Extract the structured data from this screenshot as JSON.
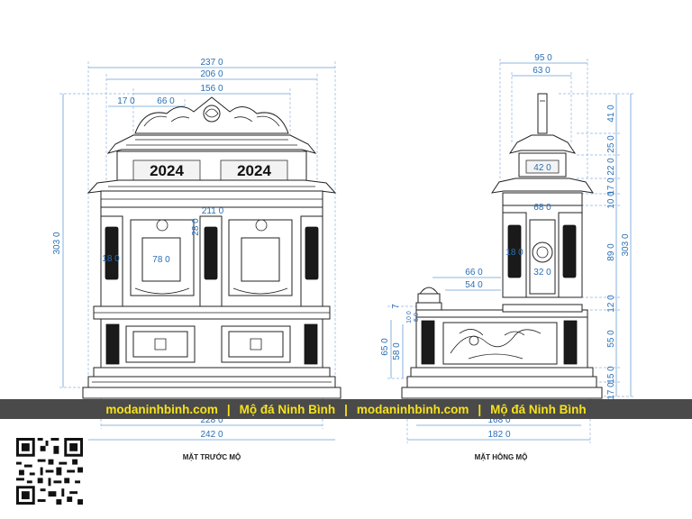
{
  "front_view": {
    "caption": "MẶT TRƯỚC MỘ",
    "year_left": "2024",
    "year_right": "2024",
    "dimensions": {
      "top_1": "237 0",
      "top_2": "206 0",
      "top_3": "156 0",
      "left_17": "17 0",
      "mid_66": "66 0",
      "height_303": "303 0",
      "inner_211": "211 0",
      "v_28": "28 0",
      "left_18": "18 0",
      "panel_78": "78 0",
      "bottom_228": "228 0",
      "bottom_242": "242 0"
    }
  },
  "side_view": {
    "caption": "MẶT HÔNG MỘ",
    "dimensions": {
      "top_95": "95 0",
      "top_63": "63 0",
      "r_41": "41 0",
      "r_25": "25 0",
      "r_22": "22 0",
      "r_17": "17 0",
      "r_10": "10 0",
      "r_89": "89 0",
      "r_303": "303 0",
      "r_12": "12 0",
      "r_55": "55 0",
      "r_15": "15 0",
      "r_17b": "17 0",
      "in_42": "42 0",
      "in_68": "68 0",
      "in_18": "18 0",
      "in_32": "32 0",
      "w_66": "66 0",
      "w_54": "54 0",
      "l_7": "7",
      "l_10": "10 0",
      "l_5": "5 0",
      "l_65": "65 0",
      "l_58": "58 0",
      "bottom_168": "168 0",
      "bottom_182": "182 0"
    }
  },
  "banner": {
    "site1": "modaninhbinh.com",
    "sep1": "|",
    "brand1": "Mộ đá Ninh Bình",
    "sep2": "|",
    "site2": "modaninhbinh.com",
    "sep3": "|",
    "brand2": "Mộ đá Ninh Bình"
  },
  "colors": {
    "dimension": "#2a6fb5",
    "banner_bg": "#4a4a4a",
    "banner_text": "#f7e218"
  }
}
